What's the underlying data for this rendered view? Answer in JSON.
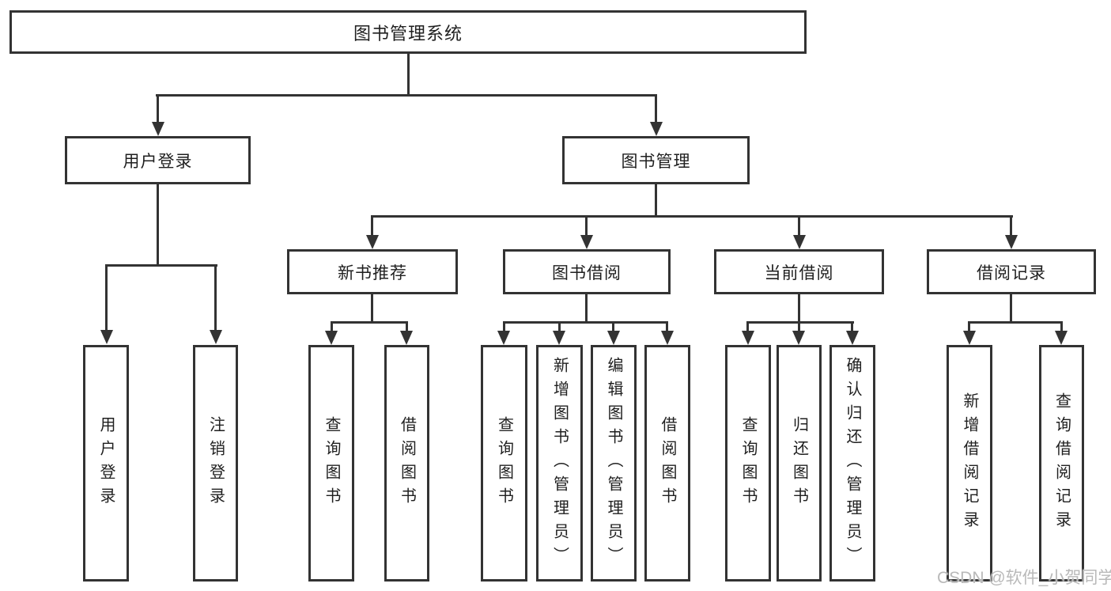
{
  "watermark": "CSDN @软件_小贺同学",
  "colors": {
    "line": "#333333",
    "text": "#1f1f1f",
    "watermark": "#b9b9b9",
    "background": "#ffffff"
  },
  "tree": {
    "root": "图书管理系统",
    "branches": [
      {
        "label": "用户登录",
        "children": [
          "用户登录",
          "注销登录"
        ]
      },
      {
        "label": "图书管理",
        "sections": [
          {
            "label": "新书推荐",
            "children": [
              "查询图书",
              "借阅图书"
            ]
          },
          {
            "label": "图书借阅",
            "children": [
              "查询图书",
              "新增图书（管理员）",
              "编辑图书（管理员）",
              "借阅图书"
            ]
          },
          {
            "label": "当前借阅",
            "children": [
              "查询图书",
              "归还图书",
              "确认归还（管理员）"
            ]
          },
          {
            "label": "借阅记录",
            "children": [
              "新增借阅记录",
              "查询借阅记录"
            ]
          }
        ]
      }
    ]
  }
}
